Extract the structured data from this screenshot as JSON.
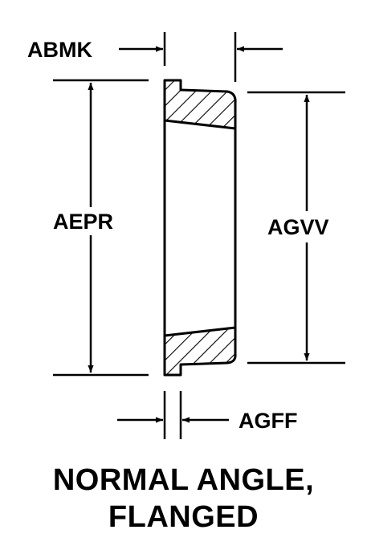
{
  "dimensions": {
    "top_width": "ABMK",
    "outer_height": "AEPR",
    "inner_height": "AGVV",
    "flange_thickness": "AGFF"
  },
  "caption": {
    "line1": "NORMAL ANGLE,",
    "line2": "FLANGED"
  }
}
